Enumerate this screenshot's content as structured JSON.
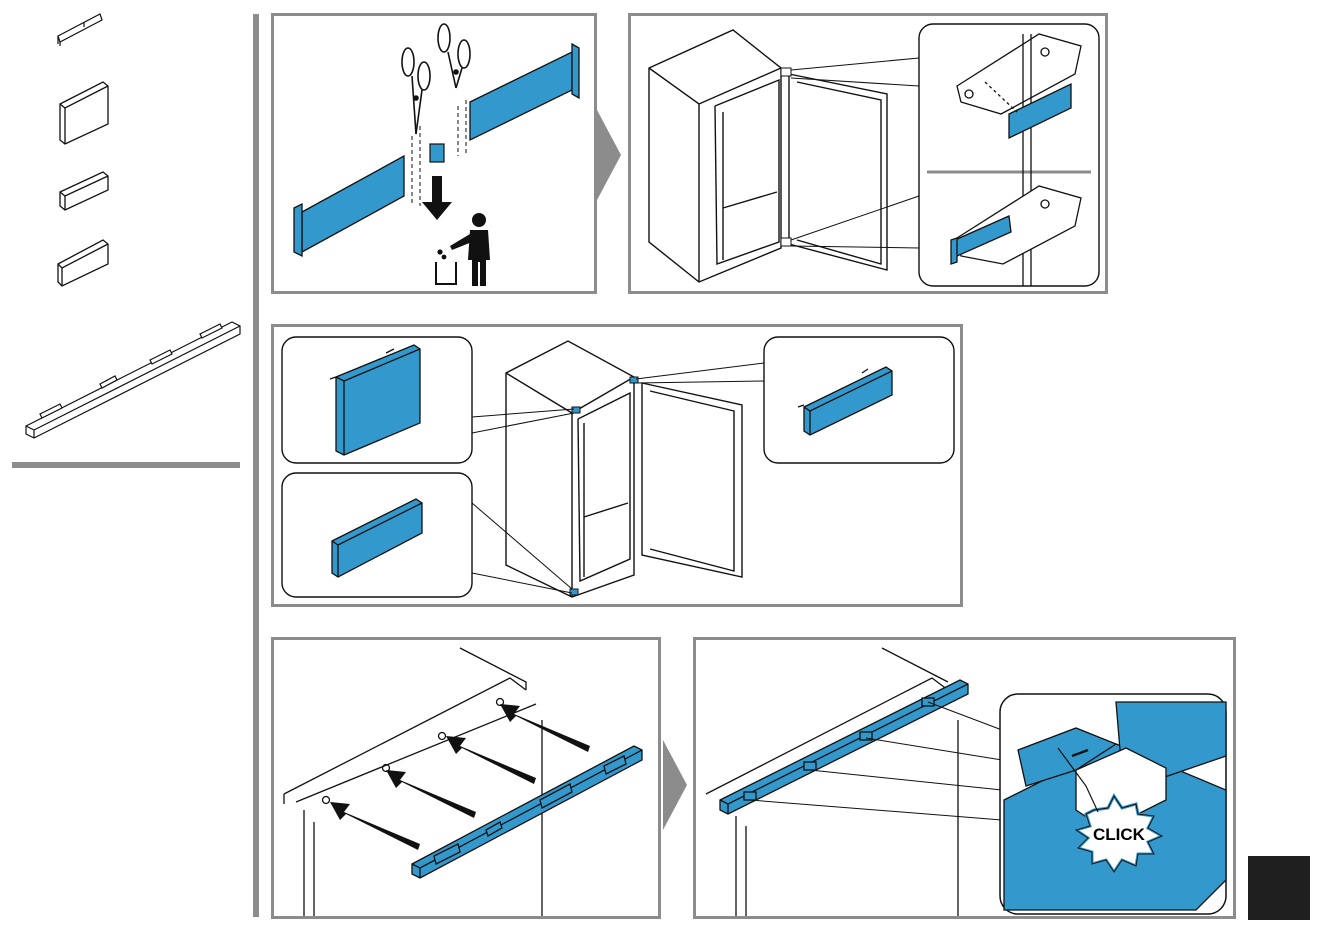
{
  "colors": {
    "accent": "#3399cc",
    "frame": "#8c8c8c",
    "line": "#111111",
    "dark_tab": "#1f1f1f"
  },
  "icons": [
    "scissors-icon",
    "trash-bin-icon",
    "person-dispose-icon",
    "arrow-down-icon",
    "click-burst-icon"
  ],
  "steps": [
    {
      "id": "cut-trim-strips"
    },
    {
      "id": "fit-hinge-covers"
    },
    {
      "id": "attach-corner-covers"
    },
    {
      "id": "position-top-rail"
    },
    {
      "id": "rail-clicked-in"
    }
  ],
  "callout": {
    "click_text": "CLICK"
  }
}
